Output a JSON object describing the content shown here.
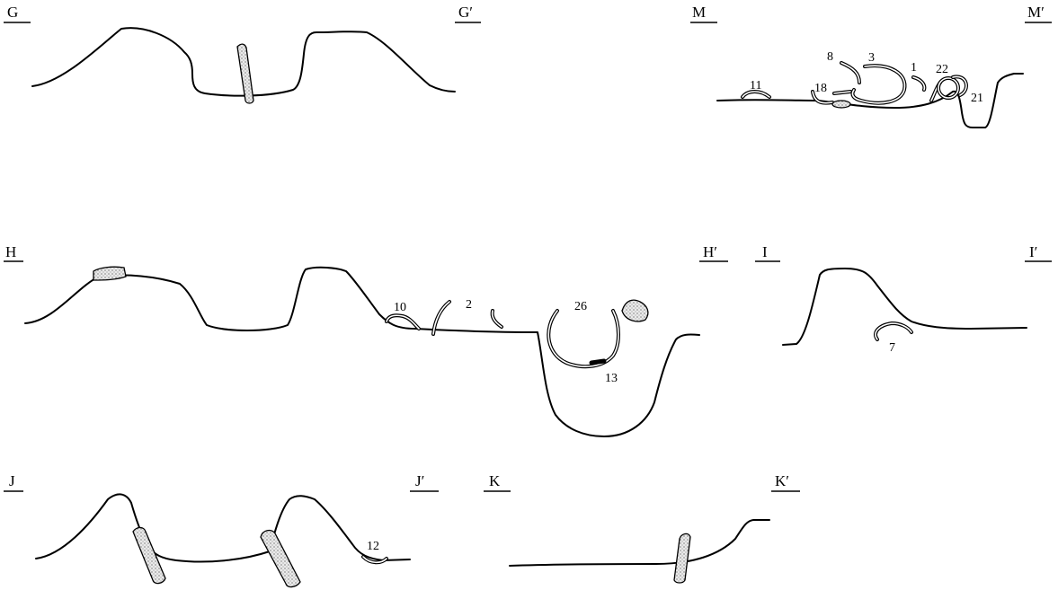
{
  "sections": [
    {
      "id": "G",
      "left": "G",
      "right": "G′",
      "numbers": []
    },
    {
      "id": "M",
      "left": "M",
      "right": "M′",
      "numbers": [
        "11",
        "18",
        "8",
        "3",
        "1",
        "22",
        "21"
      ]
    },
    {
      "id": "H",
      "left": "H",
      "right": "H′",
      "numbers": [
        "10",
        "2",
        "26",
        "13"
      ]
    },
    {
      "id": "I",
      "left": "I",
      "right": "I′",
      "numbers": [
        "7"
      ]
    },
    {
      "id": "J",
      "left": "J",
      "right": "J′",
      "numbers": [
        "12"
      ]
    },
    {
      "id": "K",
      "left": "K",
      "right": "K′",
      "numbers": []
    }
  ],
  "icons": {
    "stone": "stippled-stone",
    "artifact": "double-outline-artifact"
  }
}
